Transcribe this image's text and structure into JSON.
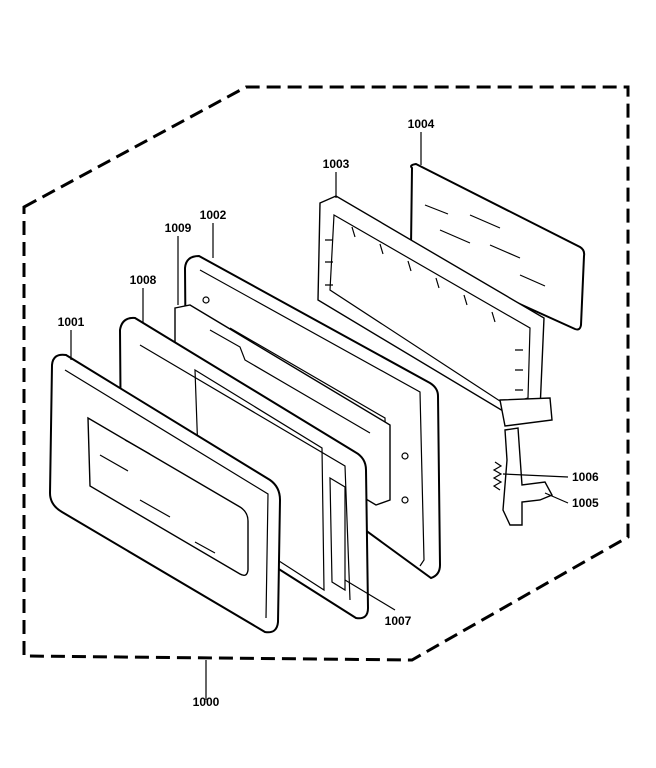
{
  "diagram": {
    "assembly_label": "1000",
    "parts": [
      {
        "id": "door_frame",
        "label": "1001"
      },
      {
        "id": "door_panel",
        "label": "1002"
      },
      {
        "id": "choke_frame",
        "label": "1003"
      },
      {
        "id": "glass_window",
        "label": "1004"
      },
      {
        "id": "latch_lever",
        "label": "1005"
      },
      {
        "id": "latch_spring",
        "label": "1006"
      },
      {
        "id": "choke_cover",
        "label": "1007"
      },
      {
        "id": "inner_frame",
        "label": "1008"
      },
      {
        "id": "screen_mesh",
        "label": "1009"
      }
    ]
  }
}
